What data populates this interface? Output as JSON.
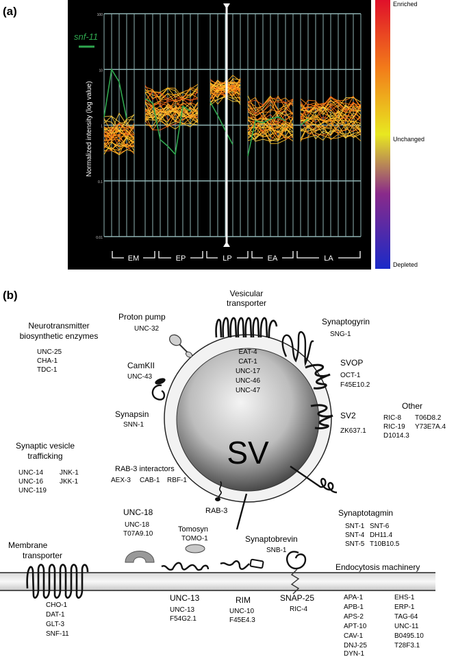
{
  "panel_a": {
    "label": "(a)",
    "highlight_gene": "snf-11",
    "y_axis_label": "Normalized intensity (log value)",
    "y_ticks": [
      "100",
      "10",
      "1",
      "0.1",
      "0.01"
    ],
    "stages": [
      "EM",
      "EP",
      "LP",
      "EA",
      "LA"
    ],
    "colorbar": {
      "top": "Enriched",
      "middle": "Unchanged",
      "bottom": "Depleted"
    },
    "colors": {
      "background": "#000000",
      "grid": "#8fb3b3",
      "highlight": "#2fa84f",
      "divider": "#ffffff"
    }
  },
  "chart_data": {
    "type": "line",
    "y_scale": "log",
    "ylim": [
      0.01,
      100
    ],
    "ylabel": "Normalized intensity (log value)",
    "x_groups": [
      "EM",
      "EP",
      "LP",
      "EA",
      "LA"
    ],
    "highlight_series": {
      "name": "snf-11",
      "values": [
        1.4,
        10,
        6,
        1.3,
        3.0,
        2.5,
        0.55,
        0.42,
        0.3,
        2.2,
        1.8,
        2.6,
        1.5,
        0.8,
        0.45,
        0.28,
        1.2,
        1.1,
        1.3,
        1.4,
        1.2,
        1.0,
        1.3
      ]
    }
  },
  "panel_b": {
    "label": "(b)",
    "sv_label": "SV",
    "sv_lumen_genes": [
      "EAT-4",
      "CAT-1",
      "UNC-17",
      "UNC-46",
      "UNC-47"
    ],
    "vesicular_transporter": {
      "title1": "Vesicular",
      "title2": "transporter"
    },
    "proton_pump": {
      "title": "Proton pump",
      "gene": "UNC-32"
    },
    "synaptogyrin": {
      "title": "Synaptogyrin",
      "gene": "SNG-1"
    },
    "svop": {
      "title": "SVOP",
      "genes": [
        "OCT-1",
        "F45E10.2"
      ]
    },
    "sv2": {
      "title": "SV2",
      "gene": "ZK637.1"
    },
    "other": {
      "title": "Other",
      "genes": [
        "RIC-8",
        "T06D8.2",
        "RIC-19",
        "Y73E7A.4",
        "D1014.3"
      ]
    },
    "neurotransmitter": {
      "title1": "Neurotransmitter",
      "title2": "biosynthetic enzymes",
      "genes": [
        "UNC-25",
        "CHA-1",
        "TDC-1"
      ]
    },
    "camkii": {
      "title": "CamKII",
      "gene": "UNC-43"
    },
    "synapsin": {
      "title": "Synapsin",
      "gene": "SNN-1"
    },
    "sv_trafficking": {
      "title1": "Synaptic vesicle",
      "title2": "trafficking",
      "genes": [
        "UNC-14",
        "JNK-1",
        "UNC-16",
        "JKK-1",
        "UNC-119"
      ]
    },
    "rab3_interactors": {
      "title": "RAB-3 interactors",
      "genes": [
        "AEX-3",
        "CAB-1",
        "RBF-1"
      ]
    },
    "rab3": {
      "title": "RAB-3"
    },
    "synaptobrevin": {
      "title": "Synaptobrevin",
      "gene": "SNB-1"
    },
    "synaptotagmin": {
      "title": "Synaptotagmin",
      "genes": [
        "SNT-1",
        "SNT-6",
        "SNT-4",
        "DH11.4",
        "SNT-5",
        "T10B10.5"
      ]
    },
    "unc18": {
      "title": "UNC-18",
      "genes": [
        "UNC-18",
        "T07A9.10"
      ]
    },
    "tomosyn": {
      "title": "Tomosyn",
      "gene": "TOMO-1"
    },
    "membrane_transporter": {
      "title1": "Membrane",
      "title2": "transporter",
      "genes": [
        "CHO-1",
        "DAT-1",
        "GLT-3",
        "SNF-11"
      ]
    },
    "unc13": {
      "title": "UNC-13",
      "genes": [
        "UNC-13",
        "F54G2.1"
      ]
    },
    "rim": {
      "title": "RIM",
      "genes": [
        "UNC-10",
        "F45E4.3"
      ]
    },
    "snap25": {
      "title": "SNAP-25",
      "gene": "RIC-4"
    },
    "endocytosis": {
      "title": "Endocytosis machinery",
      "col1": [
        "APA-1",
        "APB-1",
        "APS-2",
        "APT-10",
        "CAV-1",
        "DNJ-25",
        "DYN-1"
      ],
      "col2": [
        "EHS-1",
        "ERP-1",
        "TAG-64",
        "UNC-11",
        "B0495.10",
        "T28F3.1"
      ]
    }
  }
}
